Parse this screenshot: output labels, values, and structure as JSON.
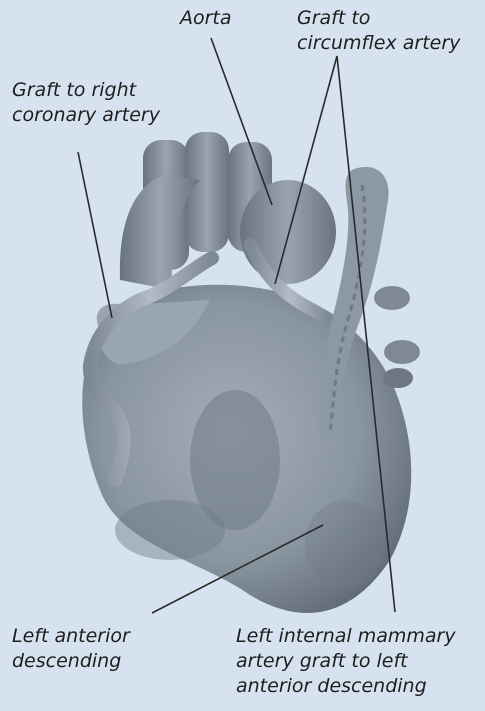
{
  "labels": {
    "aorta": "Aorta",
    "graft_circumflex_line1": "Graft to",
    "graft_circumflex_line2": "circumflex artery",
    "graft_right_line1": "Graft to right",
    "graft_right_line2": "coronary artery",
    "lad_line1": "Left anterior",
    "lad_line2": "descending",
    "lima_line1": "Left internal mammary",
    "lima_line2": "artery graft to left",
    "lima_line3": "anterior descending"
  },
  "colors": {
    "background": "#d6e2ef",
    "heart_fill": "#8d98a5",
    "heart_shadow": "#5f6a77",
    "vessel_fill": "#7f8996",
    "text": "#1e1e1e"
  }
}
